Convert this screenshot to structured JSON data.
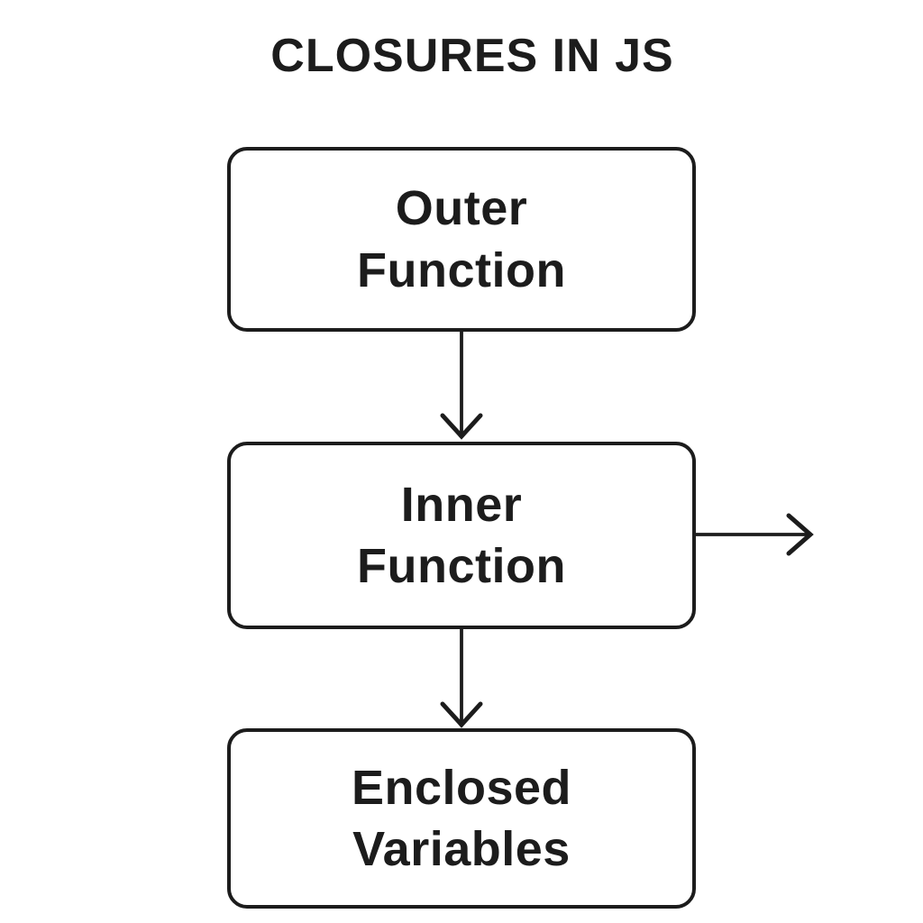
{
  "title": "CLOSURES IN JS",
  "diagram": {
    "nodes": [
      {
        "id": "outer-function",
        "line1": "Outer",
        "line2": "Function"
      },
      {
        "id": "inner-function",
        "line1": "Inner",
        "line2": "Function"
      },
      {
        "id": "enclosed-variables",
        "line1": "Enclosed",
        "line2": "Variables"
      }
    ],
    "edges": [
      {
        "from": "outer-function",
        "to": "inner-function",
        "direction": "down"
      },
      {
        "from": "inner-function",
        "to": "enclosed-variables",
        "direction": "down"
      },
      {
        "from": "inner-function",
        "to": "outside-right",
        "direction": "right"
      }
    ]
  },
  "colors": {
    "ink": "#1c1c1c",
    "background": "#ffffff"
  }
}
